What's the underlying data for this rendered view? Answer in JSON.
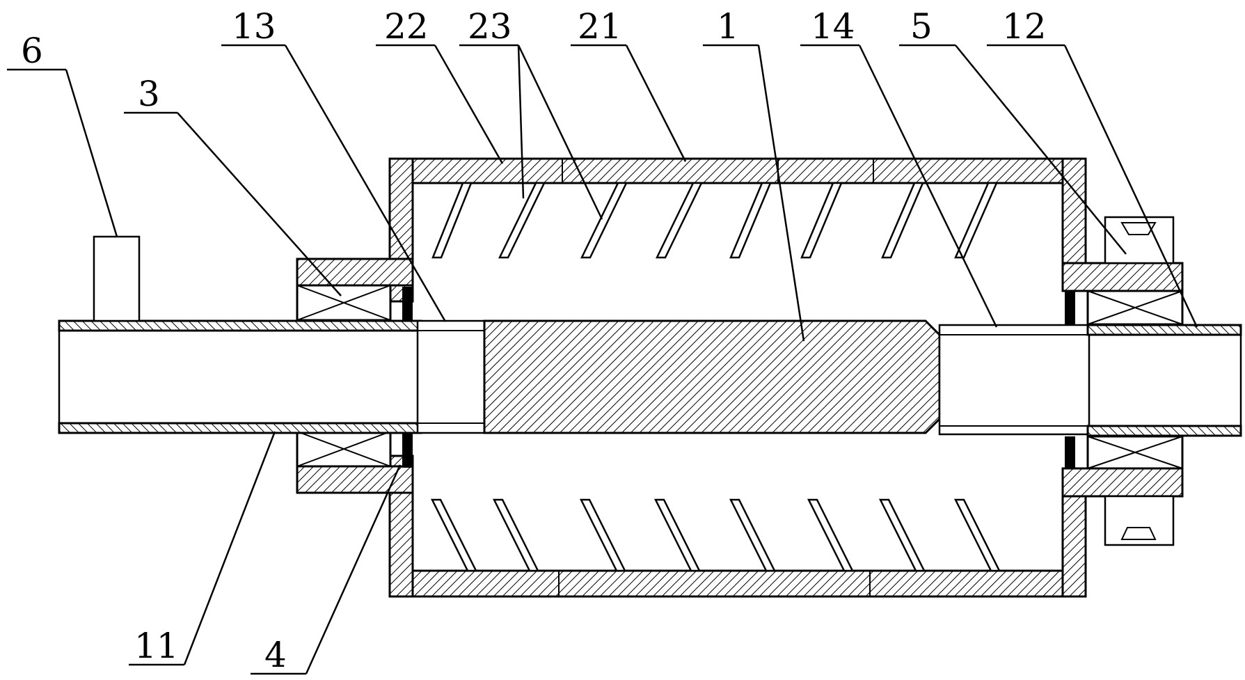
{
  "labels": {
    "l6": "6",
    "l3": "3",
    "l13": "13",
    "l22": "22",
    "l23": "23",
    "l21": "21",
    "l1": "1",
    "l14": "14",
    "l5": "5",
    "l12": "12",
    "l11": "11",
    "l4": "4"
  }
}
